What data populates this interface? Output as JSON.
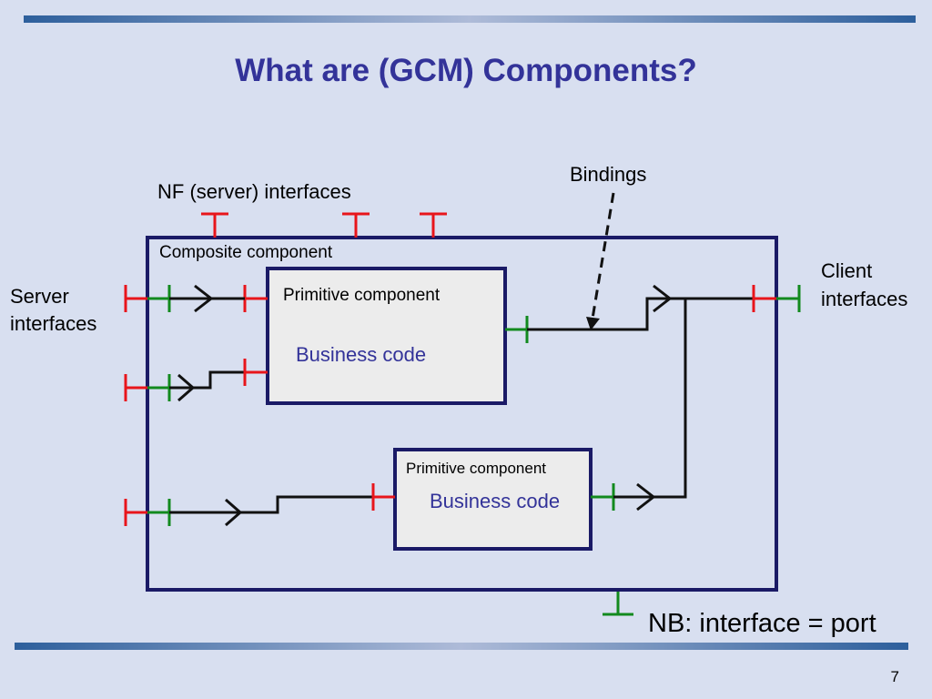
{
  "slide": {
    "title": "What are (GCM) Components?",
    "page_number": "7"
  },
  "diagram": {
    "labels": {
      "nf_interfaces": "NF (server) interfaces",
      "bindings": "Bindings",
      "client_interfaces_line1": "Client",
      "client_interfaces_line2": "interfaces",
      "server_interfaces_line1": "Server",
      "server_interfaces_line2": "interfaces",
      "note": "NB: interface = port"
    },
    "composite": {
      "label": "Composite component"
    },
    "primitive_top": {
      "label": "Primitive component",
      "body": "Business code"
    },
    "primitive_bottom": {
      "label": "Primitive component",
      "body": "Business code"
    }
  },
  "colors": {
    "background": "#d8dff0",
    "title": "#333399",
    "box_border": "#1a1a66",
    "box_fill": "#ececec",
    "nf_port": "#e8151b",
    "functional_port": "#128a1e",
    "binding": "#111111",
    "business_code_text": "#333399"
  }
}
